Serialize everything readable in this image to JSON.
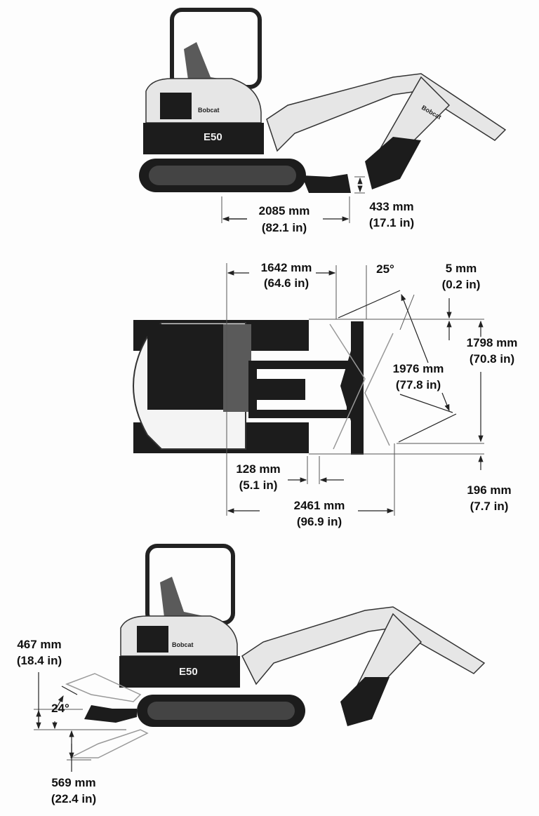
{
  "branding": {
    "logo_text": "Bobcat",
    "model": "E50"
  },
  "side_view": {
    "blade_reach": {
      "mm": "2085 mm",
      "in": "(82.1 in)"
    },
    "blade_height": {
      "mm": "433 mm",
      "in": "(17.1 in)"
    }
  },
  "top_view": {
    "swing_offset": {
      "mm": "1642 mm",
      "in": "(64.6 in)"
    },
    "angle": "25°",
    "blade_overhang": {
      "mm": "5 mm",
      "in": "(0.2 in)"
    },
    "track_width": {
      "mm": "1798 mm",
      "in": "(70.8 in)"
    },
    "angled_blade_width": {
      "mm": "1976 mm",
      "in": "(77.8 in)"
    },
    "blade_gap": {
      "mm": "128 mm",
      "in": "(5.1 in)"
    },
    "overall_length": {
      "mm": "2461 mm",
      "in": "(96.9 in)"
    },
    "side_clearance": {
      "mm": "196 mm",
      "in": "(7.7 in)"
    }
  },
  "blade_view": {
    "lift_height": {
      "mm": "467 mm",
      "in": "(18.4 in)"
    },
    "tilt_angle": "24°",
    "dig_depth": {
      "mm": "569 mm",
      "in": "(22.4 in)"
    }
  }
}
